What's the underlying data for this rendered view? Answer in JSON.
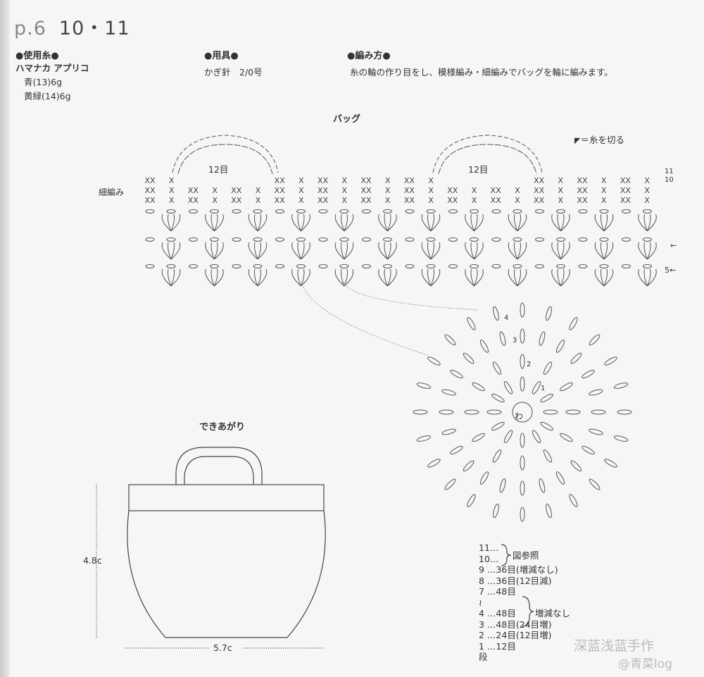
{
  "header": {
    "page_ref": "p.6",
    "pattern_numbers": "10・11"
  },
  "yarn": {
    "heading": "●使用糸●",
    "brand": "ハマナカ アプリコ",
    "colors": [
      {
        "label": "青(13)6g"
      },
      {
        "label": "黄緑(14)6g"
      }
    ]
  },
  "tools": {
    "heading": "●用具●",
    "value": "かぎ針　2/0号"
  },
  "method": {
    "heading": "●編み方●",
    "value": "糸の輪の作り目をし、模様編み・細編みでバッグを輪に編みます。"
  },
  "bag_chart": {
    "title": "バッグ",
    "legend": "＝糸を切る",
    "handle_label": "12目",
    "sc_label": "細編み",
    "row_11": "11",
    "row_10": "10",
    "row_5": "5←",
    "row_arrow": "←"
  },
  "circle_chart": {
    "center": "わ",
    "rounds": [
      "1",
      "2",
      "3",
      "4"
    ]
  },
  "finished": {
    "title": "できあがり",
    "height": "4.8c",
    "width": "5.7c"
  },
  "row_table": {
    "rows": [
      "11…",
      "10…",
      "9 …36目(増減なし)",
      "8 …36目(12目減)",
      "7 …48目",
      "≀",
      "4 …48目",
      "3 …48目(24目増)",
      "2 …24目(12目増)",
      "1 …12目",
      "段"
    ],
    "brace_1": "図参照",
    "brace_2": "増減なし"
  },
  "watermark": {
    "line1": "深蓝浅蓝手作",
    "line2": "@青菜log"
  }
}
